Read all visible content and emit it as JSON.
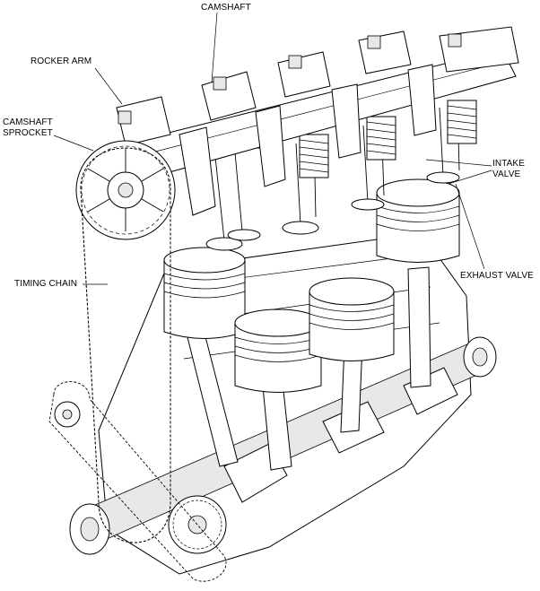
{
  "labels": {
    "camshaft": "CAMSHAFT",
    "rocker_arm": "ROCKER ARM",
    "camshaft_sprocket_line1": "CAMSHAFT",
    "camshaft_sprocket_line2": "SPROCKET",
    "intake_valve_line1": "INTAKE",
    "intake_valve_line2": "VALVE",
    "exhaust_valve": "EXHAUST VALVE",
    "timing_chain": "TIMING CHAIN"
  }
}
